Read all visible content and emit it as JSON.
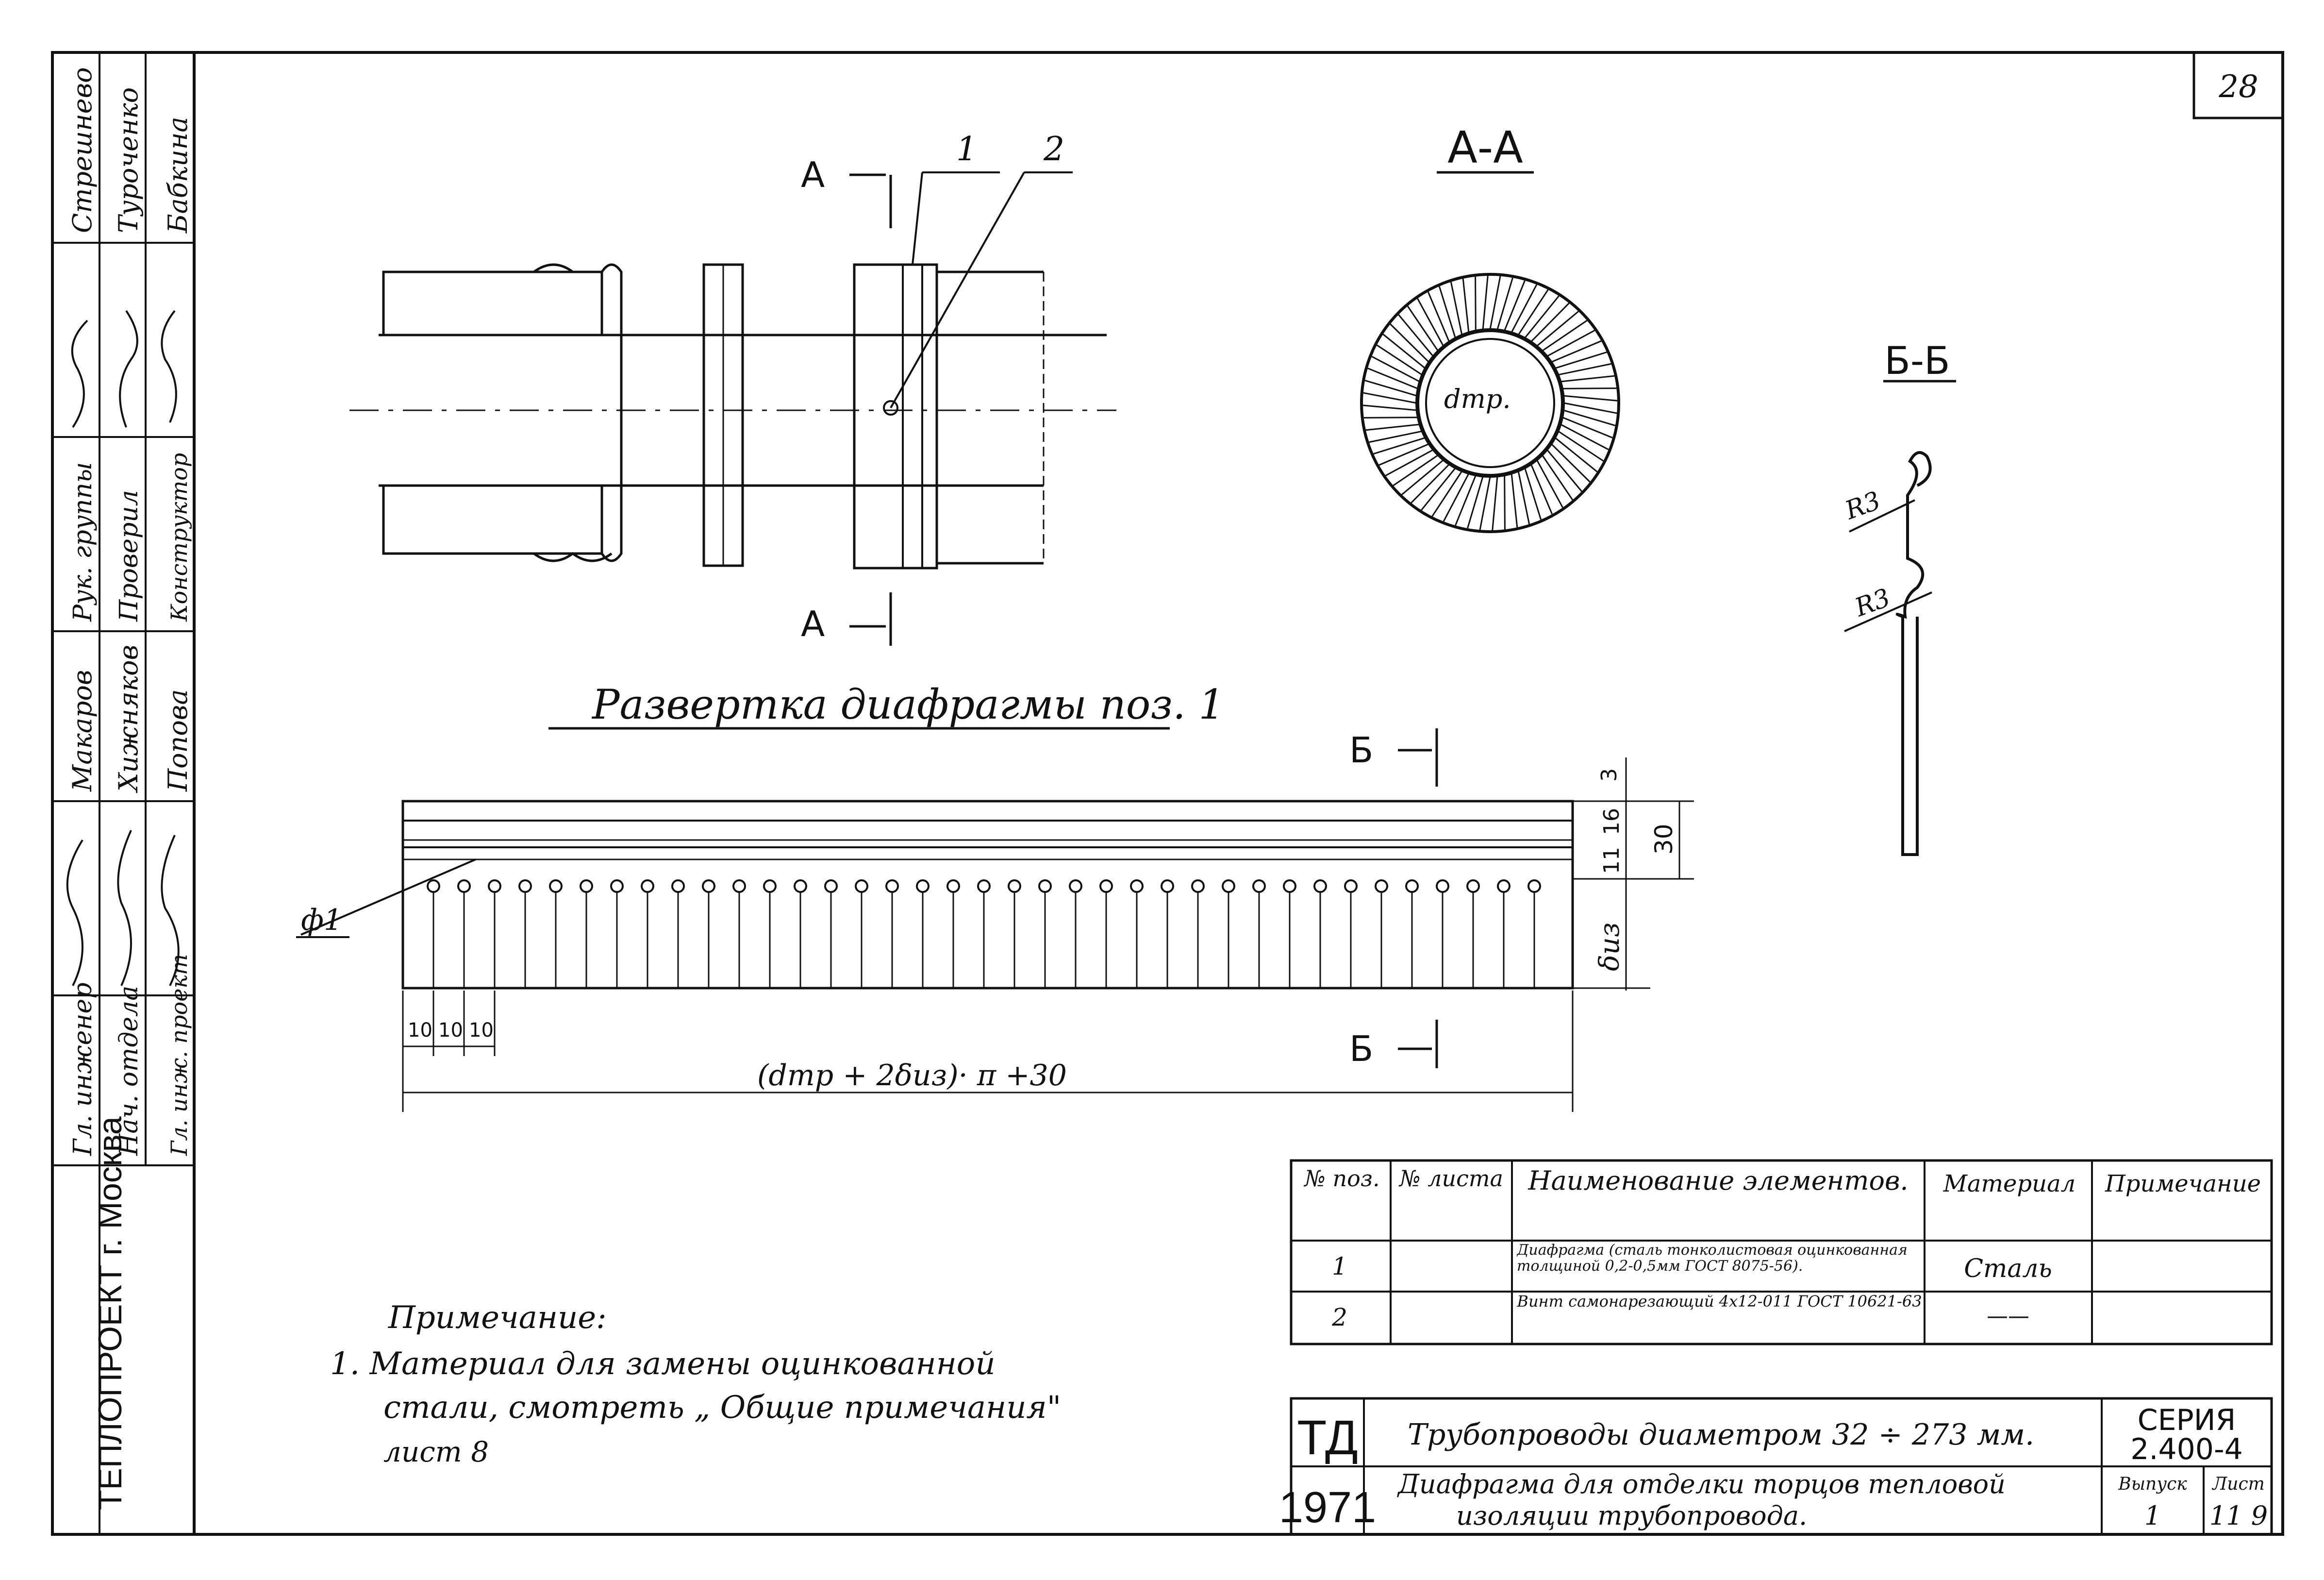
{
  "sheet": {
    "page_number": "28"
  },
  "view_front": {
    "section_mark_top": "А",
    "section_mark_bottom": "А",
    "callout_1": "1",
    "callout_2": "2"
  },
  "section_aa": {
    "title": "А-А",
    "diameter_label": "dтр."
  },
  "section_bb": {
    "title": "Б-Б",
    "radius_1": "R3",
    "radius_2": "R3"
  },
  "development": {
    "title": "Развертка диафрагмы поз. 1",
    "section_mark_top": "Б",
    "section_mark_bottom": "Б",
    "hole_label": "ф1",
    "dim_3": "3",
    "dim_16": "16",
    "dim_11": "11",
    "dim_30": "30",
    "dim_thickness": "δиз",
    "pitch_1": "10",
    "pitch_2": "10",
    "pitch_3": "10",
    "length_formula": "(dтр + 2δиз)· π +30"
  },
  "spec_table": {
    "headers": {
      "pos": "№ поз.",
      "sheet": "№ листа",
      "name": "Наименование элементов.",
      "material": "Материал",
      "note": "Примечание"
    },
    "rows": [
      {
        "pos": "1",
        "sheet": "",
        "name": "Диафрагма (сталь тонколистовая оцинкованная толщиной 0,2-0,5мм ГОСТ 8075-56).",
        "material": "Сталь",
        "note": ""
      },
      {
        "pos": "2",
        "sheet": "",
        "name": "Винт самонарезающий 4х12-011 ГОСТ 10621-63",
        "material": "——",
        "note": ""
      }
    ]
  },
  "note": {
    "heading": "Примечание:",
    "line1": "1. Материал для замены оцинкованной",
    "line2": "стали, смотреть „ Общие примечания\"",
    "line3": "лист 8"
  },
  "title_block": {
    "logo_top": "ТД",
    "logo_bottom": "1971",
    "title1": "Трубопроводы диаметром 32 ÷ 273 мм.",
    "title2": "Диафрагма для отделки торцов тепловой",
    "title3": "изоляции трубопровода.",
    "series_label": "СЕРИЯ",
    "series_value": "2.400-4",
    "issue_label": "Выпуск",
    "issue_value": "1",
    "sheet_label": "Лист",
    "sheet_value": "11 9"
  },
  "side_stamp": {
    "roles": [
      "Гл. инженер",
      "Нач. отдела",
      "Гл. инж. проект",
      "Рук. группы",
      "Проверил",
      "Конструктор"
    ],
    "names": [
      "Макаров",
      "Хижняков",
      "Попова",
      "Стрешнево",
      "Туроченко",
      "Бабкина"
    ],
    "org": "ТЕПЛОПРОЕКТ г. Москва"
  }
}
